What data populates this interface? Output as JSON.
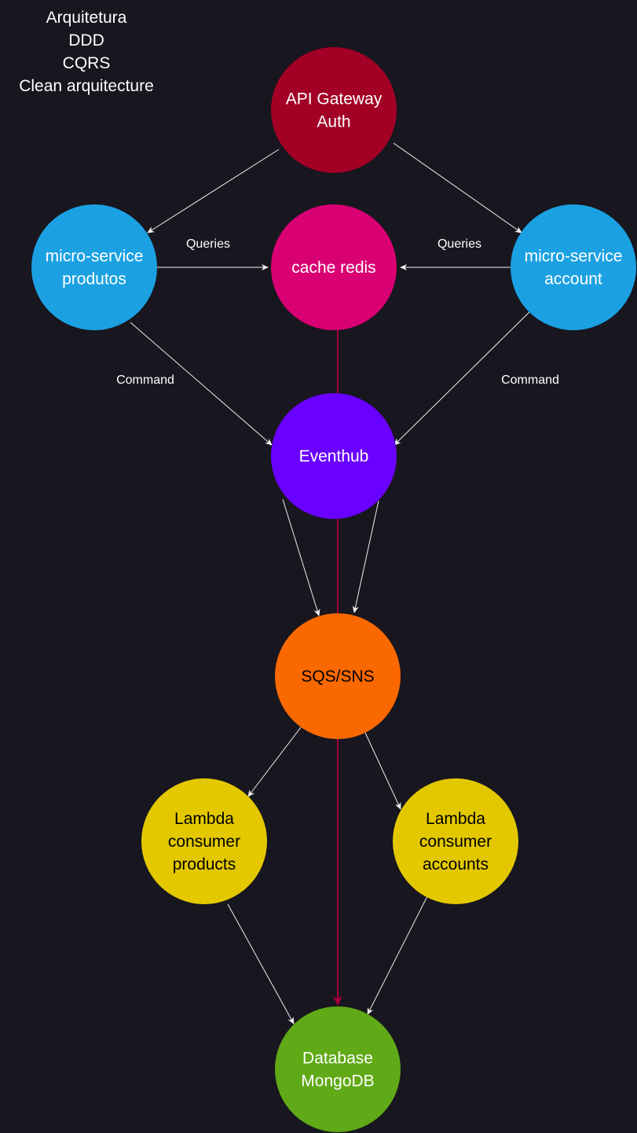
{
  "title_lines": [
    "Arquitetura",
    "DDD",
    "CQRS",
    "Clean arquitecture"
  ],
  "colors": {
    "background": "#18161f",
    "edge": "#f0f0f0",
    "flow": "#a50038"
  },
  "nodes": {
    "api_gateway": {
      "lines": [
        "API Gateway",
        "Auth"
      ],
      "fill": "#a20025",
      "text_color": "#ffffff"
    },
    "ms_produtos": {
      "lines": [
        "micro-service",
        "produtos"
      ],
      "fill": "#1ba1e2",
      "text_color": "#ffffff"
    },
    "cache_redis": {
      "lines": [
        "cache redis"
      ],
      "fill": "#d80073",
      "text_color": "#ffffff"
    },
    "ms_account": {
      "lines": [
        "micro-service",
        "account"
      ],
      "fill": "#1ba1e2",
      "text_color": "#ffffff"
    },
    "eventhub": {
      "lines": [
        "Eventhub"
      ],
      "fill": "#6a00ff",
      "text_color": "#ffffff"
    },
    "sqs_sns": {
      "lines": [
        "SQS/SNS"
      ],
      "fill": "#fa6800",
      "text_color": "#000000"
    },
    "lambda_products": {
      "lines": [
        "Lambda",
        "consumer",
        "products"
      ],
      "fill": "#e3c800",
      "text_color": "#000000"
    },
    "lambda_accounts": {
      "lines": [
        "Lambda",
        "consumer",
        "accounts"
      ],
      "fill": "#e3c800",
      "text_color": "#000000"
    },
    "database": {
      "lines": [
        "Database",
        "MongoDB"
      ],
      "fill": "#60a917",
      "text_color": "#ffffff"
    }
  },
  "edge_labels": {
    "queries_left": "Queries",
    "queries_right": "Queries",
    "command_left": "Command",
    "command_right": "Command"
  }
}
